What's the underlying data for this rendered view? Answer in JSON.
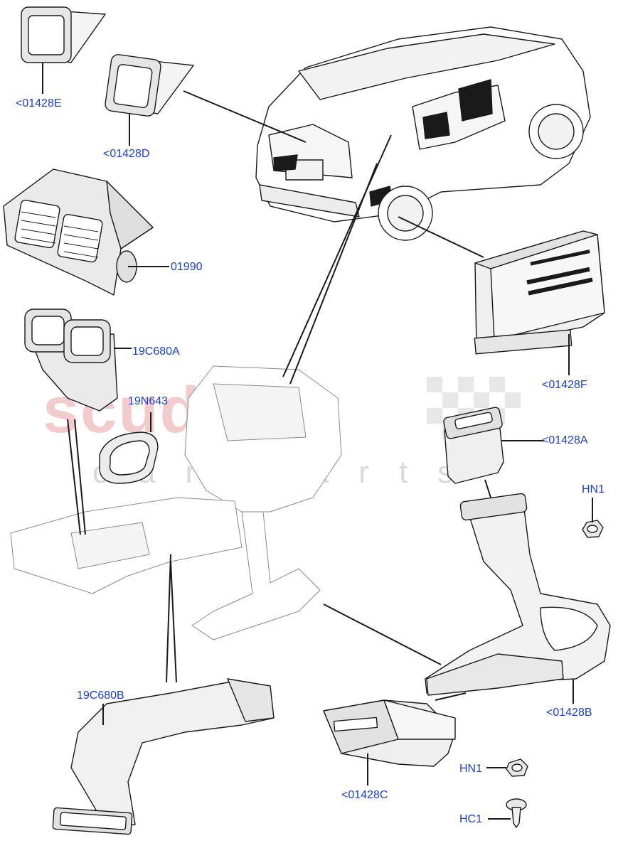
{
  "watermark": {
    "brand": "scuderia",
    "sub": "car parts"
  },
  "labels": {
    "p01428E": "<01428E",
    "p01428D": "<01428D",
    "p01990": "01990",
    "p19C680A": "19C680A",
    "p19N643": "19N643",
    "p01428F": "<01428F",
    "p01428A": "<01428A",
    "pHN1a": "HN1",
    "p19C680B": "19C680B",
    "p01428B": "<01428B",
    "p01428C": "<01428C",
    "pHN1b": "HN1",
    "pHC1": "HC1"
  },
  "colors": {
    "label": "#1a3fd1",
    "line": "#1a1a1a",
    "part_fill": "#f2f2f2",
    "watermark": "#e9a2a6"
  }
}
